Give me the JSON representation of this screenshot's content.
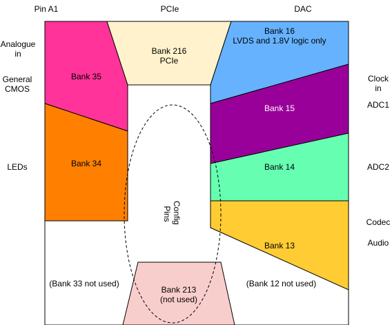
{
  "edge_labels": {
    "top_left": "Pin A1",
    "top_center": "PCIe",
    "top_right": "DAC"
  },
  "left_labels": {
    "analogue": [
      "Analogue",
      "in"
    ],
    "general_cmos": [
      "General",
      "CMOS"
    ],
    "leds": "LEDs"
  },
  "right_labels": {
    "clock": [
      "Clock",
      "in"
    ],
    "adc1": "ADC1",
    "adc2": "ADC2",
    "codec": "Codec",
    "audio": "Audio"
  },
  "banks": {
    "bank35": {
      "label": "Bank 35",
      "color": "#FF3399"
    },
    "bank34": {
      "label": "Bank 34",
      "color": "#FF8000"
    },
    "bank216": {
      "lines": [
        "Bank 216",
        "PCIe"
      ],
      "color": "#FFF2CC"
    },
    "bank16": {
      "lines": [
        "Bank 16",
        "LVDS and 1.8V logic only"
      ],
      "color": "#66B2FF"
    },
    "bank15": {
      "label": "Bank 15",
      "color": "#990099"
    },
    "bank14": {
      "label": "Bank 14",
      "color": "#66FFB2"
    },
    "bank13": {
      "label": "Bank 13",
      "color": "#FFCC33"
    },
    "bank213": {
      "lines": [
        "Bank 213",
        "(not used)"
      ],
      "color": "#F8CECC"
    }
  },
  "unused_notes": {
    "bank33": "(Bank 33 not used)",
    "bank12": "(Bank 12 not used)"
  },
  "config_pins": [
    "Config",
    "Pins"
  ]
}
